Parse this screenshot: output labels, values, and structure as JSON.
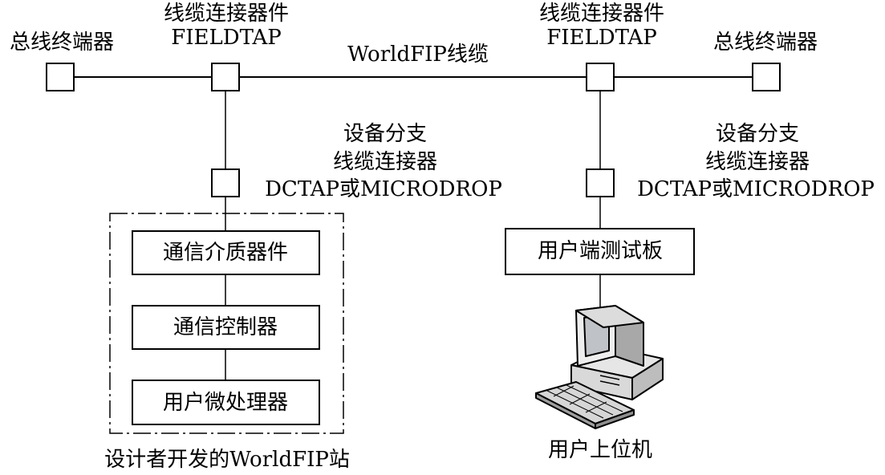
{
  "labels": {
    "bus_terminator_left": "总线终端器",
    "bus_terminator_right": "总线终端器",
    "fieldtap_left_cn": "线缆连接器件",
    "fieldtap_left_en": "FIELDTAP",
    "fieldtap_right_cn": "线缆连接器件",
    "fieldtap_right_en": "FIELDTAP",
    "worldfip_cable": "WorldFIP线缆",
    "branch_left_line1": "设备分支",
    "branch_left_line2": "线缆连接器",
    "branch_left_line3": "DCTAP或MICRODROP",
    "branch_right_line1": "设备分支",
    "branch_right_line2": "线缆连接器",
    "branch_right_line3": "DCTAP或MICRODROP",
    "media_component": "通信介质器件",
    "comm_controller": "通信控制器",
    "user_microprocessor": "用户微处理器",
    "station_caption": "设计者开发的WorldFIP站",
    "test_board": "用户端测试板",
    "host_pc": "用户上位机"
  },
  "icons": {
    "host_pc": "desktop-computer-icon"
  },
  "colors": {
    "stroke": "#000000",
    "background": "#ffffff"
  }
}
